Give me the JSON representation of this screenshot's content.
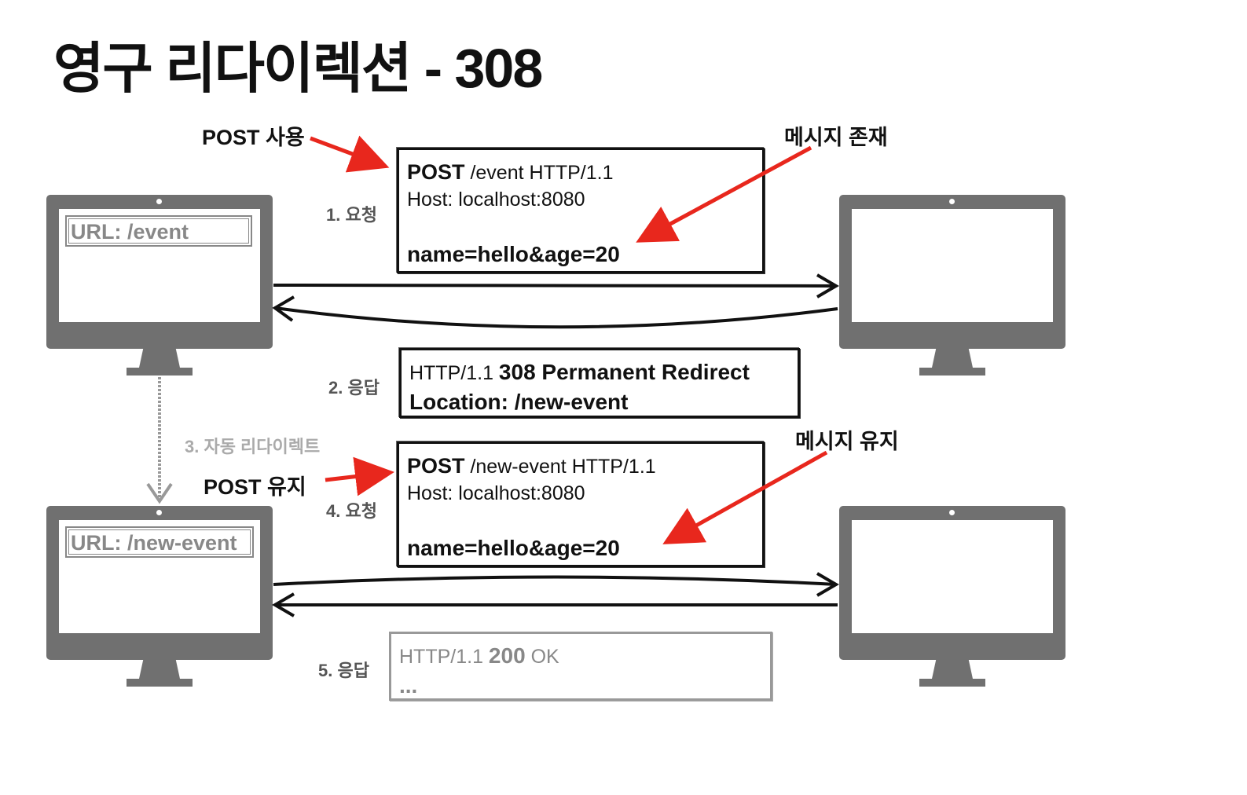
{
  "title": "영구 리다이렉션 - 308",
  "annotations": {
    "post_use": "POST 사용",
    "message_exists": "메시지 존재",
    "post_keep": "POST 유지",
    "message_keep": "메시지 유지"
  },
  "steps": {
    "step1": "1. 요청",
    "step2": "2. 응답",
    "step3": "3. 자동 리다이렉트",
    "step4": "4. 요청",
    "step5": "5. 응답"
  },
  "request1": {
    "method": "POST",
    "rest": " /event HTTP/1.1",
    "host": "Host: localhost:8080",
    "body": "name=hello&age=20"
  },
  "response2": {
    "version": "HTTP/1.1 ",
    "status": "308 Permanent Redirect",
    "location": "Location: /new-event"
  },
  "request4": {
    "method": "POST",
    "rest": " /new-event HTTP/1.1",
    "host": "Host: localhost:8080",
    "body": "name=hello&age=20"
  },
  "response5": {
    "version": "HTTP/1.1 ",
    "code": "200",
    "text": " OK",
    "ellipsis": "..."
  },
  "client_top": {
    "url": "URL: /event"
  },
  "client_bottom": {
    "url": "URL: /new-event"
  },
  "colors": {
    "accent_arrow": "#e8271d",
    "monitor": "#707070",
    "text": "#111111"
  }
}
